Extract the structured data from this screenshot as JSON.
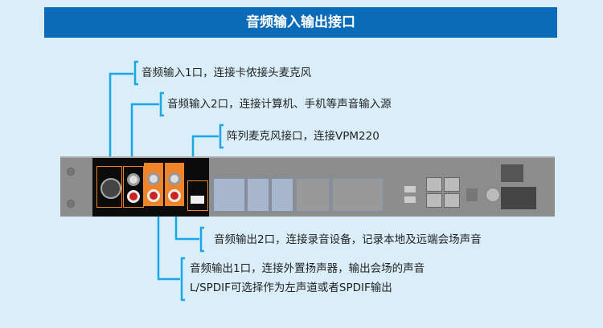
{
  "title": "音频输入输出接口",
  "callouts": {
    "audio_in_1": "音频输入1口，连接卡侬接头麦克风",
    "audio_in_2": "音频输入2口，连接计算机、手机等声音输入源",
    "mic_array": "阵列麦克风接口，连接VPM220",
    "audio_out_2": "音频输出2口，连接录音设备，记录本地及远端会场声音",
    "audio_out_1_line1": "音频输出1口，连接外置扬声器，输出会场的声音",
    "audio_out_1_line2": "L/SPDIF可选择作为左声道或者SPDIF输出"
  },
  "colors": {
    "title_bg": "#0a6cb8",
    "callout_line": "#1aa7e8",
    "background": "#d9eef9",
    "highlight": "#f0842a"
  }
}
